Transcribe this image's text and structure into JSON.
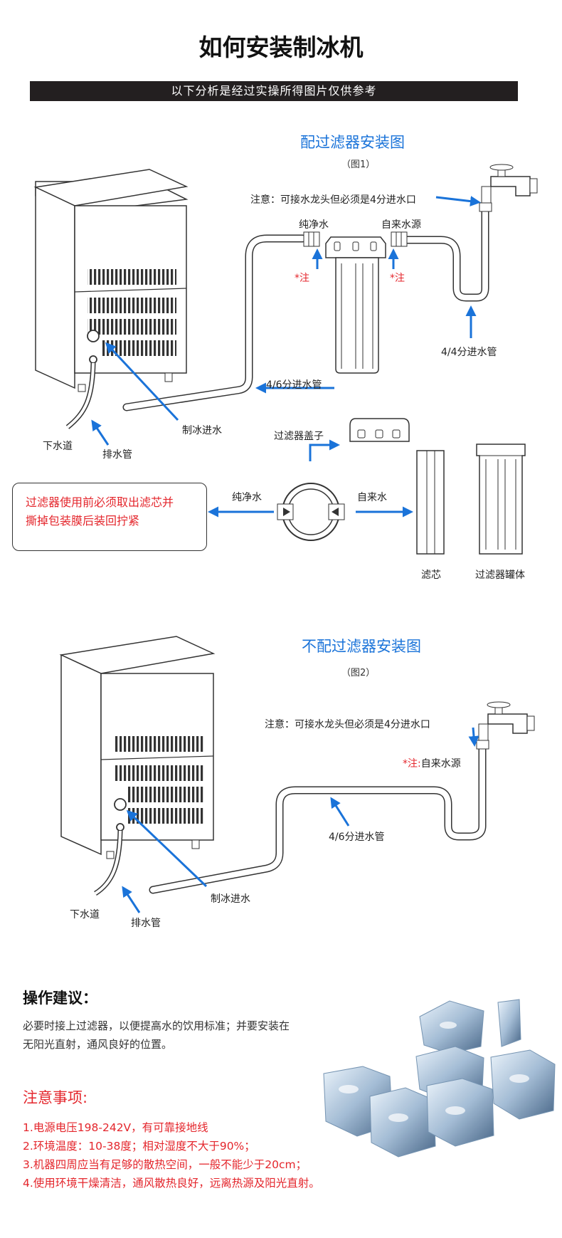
{
  "page": {
    "title": "如何安装制冰机",
    "banner": "以下分析是经过实操所得图片仅供参考"
  },
  "fig1": {
    "title": "配过滤器安装图",
    "fig_label": "（图1）",
    "note": "注意：可接水龙头但必须是4分进水口",
    "pure_water": "纯净水",
    "tap_water_source": "自来水源",
    "mark_left": "*注",
    "mark_right": "*注",
    "pipe_44": "4/4分进水管",
    "pipe_46": "4/6分进水管",
    "ice_inlet": "制冰进水",
    "sewer": "下水道",
    "drain_pipe": "排水管"
  },
  "filter_parts": {
    "cap": "过滤器盖子",
    "pure_water": "纯净水",
    "tap_water": "自来水",
    "cartridge": "滤芯",
    "housing": "过滤器罐体",
    "warning_line1": "过滤器使用前必须取出滤芯并",
    "warning_line2": "撕掉包装膜后装回拧紧"
  },
  "fig2": {
    "title": "不配过滤器安装图",
    "fig_label": "（图2）",
    "note": "注意：可接水龙头但必须是4分进水口",
    "mark": "*注:",
    "tap_water_source": "自来水源",
    "pipe_46": "4/6分进水管",
    "ice_inlet": "制冰进水",
    "sewer": "下水道",
    "drain_pipe": "排水管"
  },
  "advice": {
    "heading": "操作建议：",
    "line1": "必要时接上过滤器，以便提高水的饮用标准；并要安装在",
    "line2": "无阳光直射，通风良好的位置。"
  },
  "cautions": {
    "heading": "注意事项:",
    "items": [
      "1.电源电压198-242V，有可靠接地线",
      "2.环境温度：10-38度；相对湿度不大于90%；",
      "3.机器四周应当有足够的散热空间，一般不能少于20cm；",
      "4.使用环境干燥清洁，通风散热良好，远离热源及阳光直射。"
    ]
  },
  "colors": {
    "accent_blue": "#1a73d9",
    "warning_red": "#e4262c",
    "banner_bg": "#231f20"
  },
  "icons": [
    "ice-machine-icon",
    "faucet-icon",
    "water-filter-icon",
    "filter-cap-icon",
    "filter-cartridge-icon",
    "filter-housing-icon",
    "ice-cubes-image"
  ]
}
